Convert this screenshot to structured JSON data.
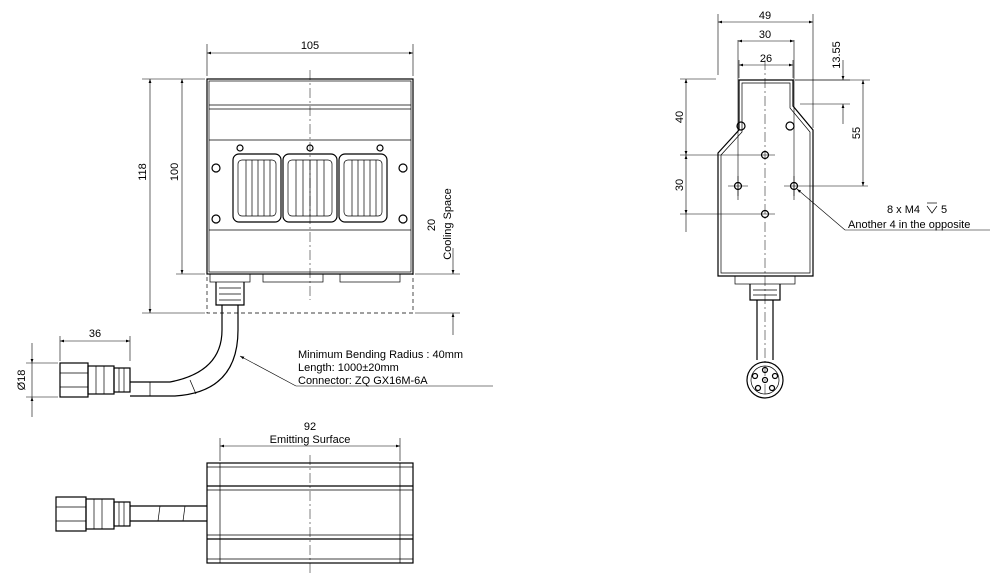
{
  "front_view": {
    "width": "105",
    "height_overall": "118",
    "height_body": "100",
    "cooling_gap": "20",
    "cooling_label": "Cooling Space"
  },
  "cable": {
    "plug_length": "36",
    "plug_diameter": "Ø18",
    "note_bending": "Minimum Bending Radius : 40mm",
    "note_length": "Length: 1000±20mm",
    "note_connector": "Connector: ZQ GX16M-6A"
  },
  "bottom_view": {
    "width": "92",
    "label": "Emitting Surface"
  },
  "side_view": {
    "w49": "49",
    "w30": "30",
    "w26": "26",
    "h13_55": "13.55",
    "h55": "55",
    "h40": "40",
    "h30": "30",
    "hole_spec_prefix": "8 x  M4",
    "hole_spec_depth": "5",
    "hole_note": "Another 4 in the opposite"
  }
}
